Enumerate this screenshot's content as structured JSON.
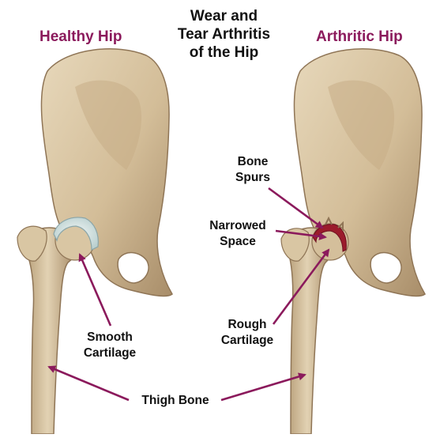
{
  "headings": {
    "left": "Healthy Hip",
    "center_line1": "Wear and",
    "center_line2": "Tear Arthritis",
    "center_line3": "of the Hip",
    "right": "Arthritic Hip"
  },
  "labels": {
    "bone_spurs_1": "Bone",
    "bone_spurs_2": "Spurs",
    "narrowed_space_1": "Narrowed",
    "narrowed_space_2": "Space",
    "rough_cartilage_1": "Rough",
    "rough_cartilage_2": "Cartilage",
    "smooth_cartilage_1": "Smooth",
    "smooth_cartilage_2": "Cartilage",
    "thigh_bone": "Thigh Bone"
  },
  "colors": {
    "heading_accent": "#8b1a5c",
    "arrow": "#8b1a5c",
    "bone": "#d8c3a0",
    "bone_shadow": "#a58a66",
    "cartilage_healthy": "#cfe0e0",
    "cartilage_damaged": "#9b1c2c"
  }
}
